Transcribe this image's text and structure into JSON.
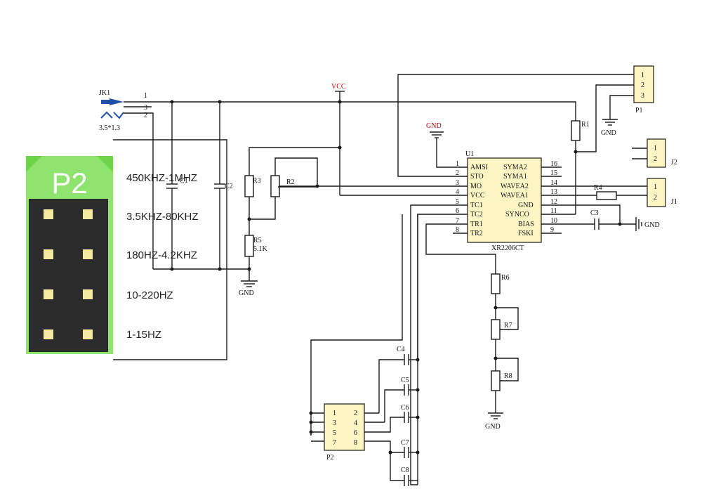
{
  "colors": {
    "accent_red": "#c00000",
    "chip_fill": "#fdf5c4",
    "jumper_green": "#8ee46e",
    "jumper_header": "#2b2b2b",
    "pin_yellow": "#f5e9a0",
    "jack_blue": "#1f4fa8"
  },
  "labels": {
    "vcc": "VCC",
    "gnd": "GND",
    "plus_gnd": "GND",
    "jk1": "JK1",
    "jk_size": "3.5*1.3",
    "jk_pin1": "1",
    "jk_pin3": "3",
    "jk_pin2": "2",
    "c1": "C1",
    "c2": "C2",
    "c3": "C3",
    "c4": "C4",
    "c5": "C5",
    "c6": "C6",
    "c7": "C7",
    "c8": "C8",
    "r1": "R1",
    "r2": "R2",
    "r3": "R3",
    "r4": "R4",
    "r5": "R5",
    "r5_val": "5.1K",
    "r6": "R6",
    "r7": "R7",
    "r8": "R8",
    "u1": "U1",
    "chip_name": "XR2206CT",
    "p1": "P1",
    "j1": "J1",
    "j2": "J2",
    "p2": "P2"
  },
  "jumper": {
    "title": "P2",
    "ranges": [
      "450KHZ-1MHZ",
      "3.5KHZ-80KHZ",
      "180HZ-4.2KHZ",
      "10-220HZ",
      "1-15HZ"
    ]
  },
  "u1_left": [
    {
      "num": "1",
      "name": "AMSI"
    },
    {
      "num": "2",
      "name": "STO"
    },
    {
      "num": "3",
      "name": "MO"
    },
    {
      "num": "4",
      "name": "VCC"
    },
    {
      "num": "5",
      "name": "TC1"
    },
    {
      "num": "6",
      "name": "TC2"
    },
    {
      "num": "7",
      "name": "TR1"
    },
    {
      "num": "8",
      "name": "TR2"
    }
  ],
  "u1_right": [
    {
      "num": "16",
      "name": "SYMA2"
    },
    {
      "num": "15",
      "name": "SYMA1"
    },
    {
      "num": "14",
      "name": "WAVEA2"
    },
    {
      "num": "13",
      "name": "WAVEA1"
    },
    {
      "num": "12",
      "name": "GND"
    },
    {
      "num": "11",
      "name": "SYNCO"
    },
    {
      "num": "10",
      "name": "BIAS"
    },
    {
      "num": "9",
      "name": "FSKI"
    }
  ],
  "p1_pins": [
    "1",
    "2",
    "3"
  ],
  "j1_pins": [
    "1",
    "2"
  ],
  "j2_pins": [
    "1",
    "2"
  ],
  "p2_header_pins": [
    "1",
    "2",
    "3",
    "4",
    "5",
    "6",
    "7",
    "8"
  ]
}
